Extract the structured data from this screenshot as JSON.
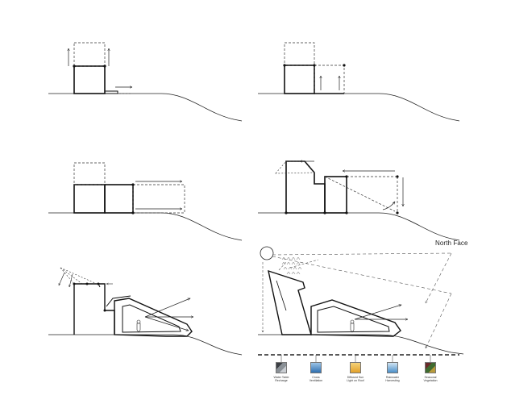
{
  "north_face_label": "North Face",
  "legend": [
    {
      "label": "Water Table\nRecharge",
      "icon": "water-table-icon",
      "colors": [
        "#3c3f44",
        "#8a9096",
        "#c9cdd2"
      ]
    },
    {
      "label": "Cross\nVentilation",
      "icon": "cross-ventilation-icon",
      "colors": [
        "#2f6fb0",
        "#9cc3e6"
      ]
    },
    {
      "label": "Diffused Sun\nLight on Roof",
      "icon": "diffused-sunlight-icon",
      "colors": [
        "#e2a12a",
        "#f4d27a"
      ]
    },
    {
      "label": "Rainwater\nHarvesting",
      "icon": "rainwater-harvesting-icon",
      "colors": [
        "#4b8fc9",
        "#cfe3f2"
      ]
    },
    {
      "label": "Seasonal\nVegetation",
      "icon": "seasonal-vegetation-icon",
      "colors": [
        "#6a2a2a",
        "#3f6b2f",
        "#b89a3a"
      ]
    }
  ]
}
